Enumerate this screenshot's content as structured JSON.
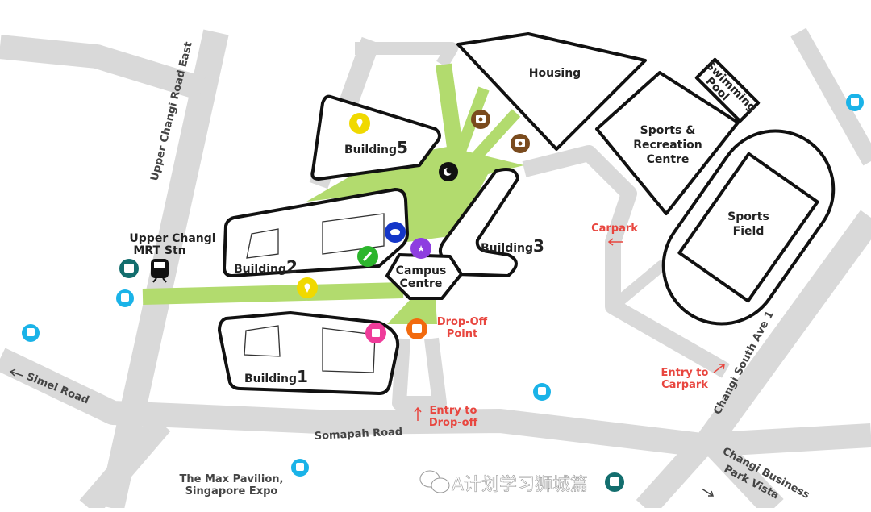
{
  "buildings": {
    "b1": {
      "word": "Building",
      "num": "1"
    },
    "b2": {
      "word": "Building",
      "num": "2"
    },
    "b3": {
      "word": "Building",
      "num": "3"
    },
    "b5": {
      "word": "Building",
      "num": "5"
    },
    "campus_centre": [
      "Campus",
      "Centre"
    ],
    "housing": "Housing",
    "swimming_pool": [
      "Swimming",
      "Pool"
    ],
    "sports_rec": [
      "Sports &",
      "Recreation",
      "Centre"
    ],
    "sports_field": [
      "Sports",
      "Field"
    ]
  },
  "transit": {
    "mrt": [
      "Upper Changi",
      "MRT Stn"
    ]
  },
  "markers": {
    "carpark": "Carpark",
    "drop_off": [
      "Drop-Off",
      "Point"
    ],
    "entry_carpark": [
      "Entry to",
      "Carpark"
    ],
    "entry_dropoff": [
      "Entry to",
      "Drop-off"
    ]
  },
  "roads": {
    "upper_changi": "Upper Changi Road East",
    "simei": "Simei Road",
    "somapah": "Somapah Road",
    "changi_south": "Changi South Ave 1",
    "business_park": [
      "Changi Business",
      "Park Vista"
    ]
  },
  "places": {
    "max_pavilion": [
      "The Max Pavilion,",
      "Singapore Expo"
    ]
  },
  "watermark": "A计划学习狮城篇",
  "colors": {
    "green": "#b2db6e",
    "road": "#d9d9d9",
    "bus": "#1ab3e8",
    "teal": "#136e6e",
    "red": "#e8463f"
  }
}
